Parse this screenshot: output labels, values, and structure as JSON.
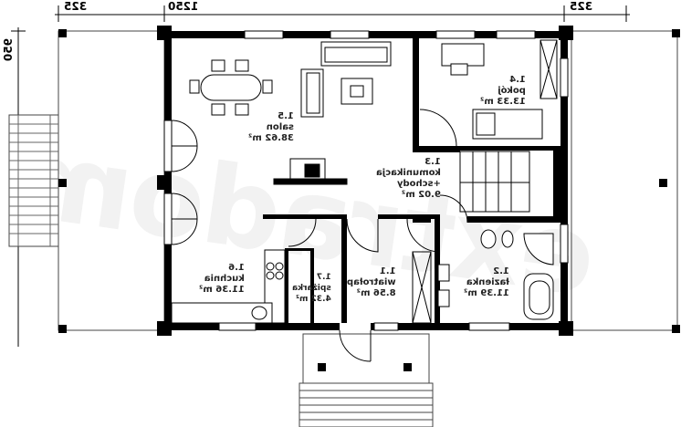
{
  "dimensions": {
    "top_left": "325",
    "top_middle": "1250",
    "top_right": "325",
    "left_side": "950"
  },
  "watermark": "extradom",
  "rooms": [
    {
      "number": "1.5",
      "name": "salon",
      "area": "38.62 m²"
    },
    {
      "number": "1.4",
      "name": "pokój",
      "area": "13.33 m²"
    },
    {
      "number": "1.3",
      "name": "komunikacja",
      "extra": "+schody",
      "area": "9.02 m²"
    },
    {
      "number": "1.6",
      "name": "kuchnia",
      "area": "11.36 m²"
    },
    {
      "number": "1.7",
      "name": "spiżarka",
      "area": "4.32 m²"
    },
    {
      "number": "1.1",
      "name": "wiatrołap",
      "area": "8.56 m²"
    },
    {
      "number": "1.2",
      "name": "łazienka",
      "area": "11.39 m²"
    }
  ]
}
